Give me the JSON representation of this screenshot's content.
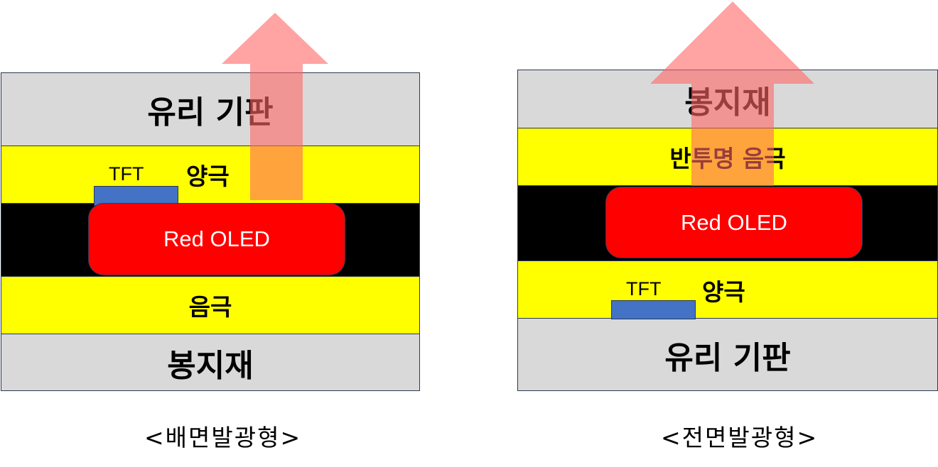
{
  "colors": {
    "glass": "#d9d9d9",
    "electrode": "#ffff00",
    "organic": "#000000",
    "oled": "#ff0000",
    "tft": "#4472c4",
    "arrow": "#ff6666"
  },
  "bottom_emission": {
    "top_glass": "유리 기판",
    "anode": "양극",
    "tft": "TFT",
    "oled": "Red OLED",
    "cathode": "음극",
    "encapsulant": "봉지재",
    "caption": "<배면발광형>"
  },
  "top_emission": {
    "encapsulant": "봉지재",
    "semi_cathode": "반투명 음극",
    "oled": "Red OLED",
    "tft": "TFT",
    "anode": "양극",
    "bottom_glass": "유리 기판",
    "caption": "<전면발광형>"
  }
}
